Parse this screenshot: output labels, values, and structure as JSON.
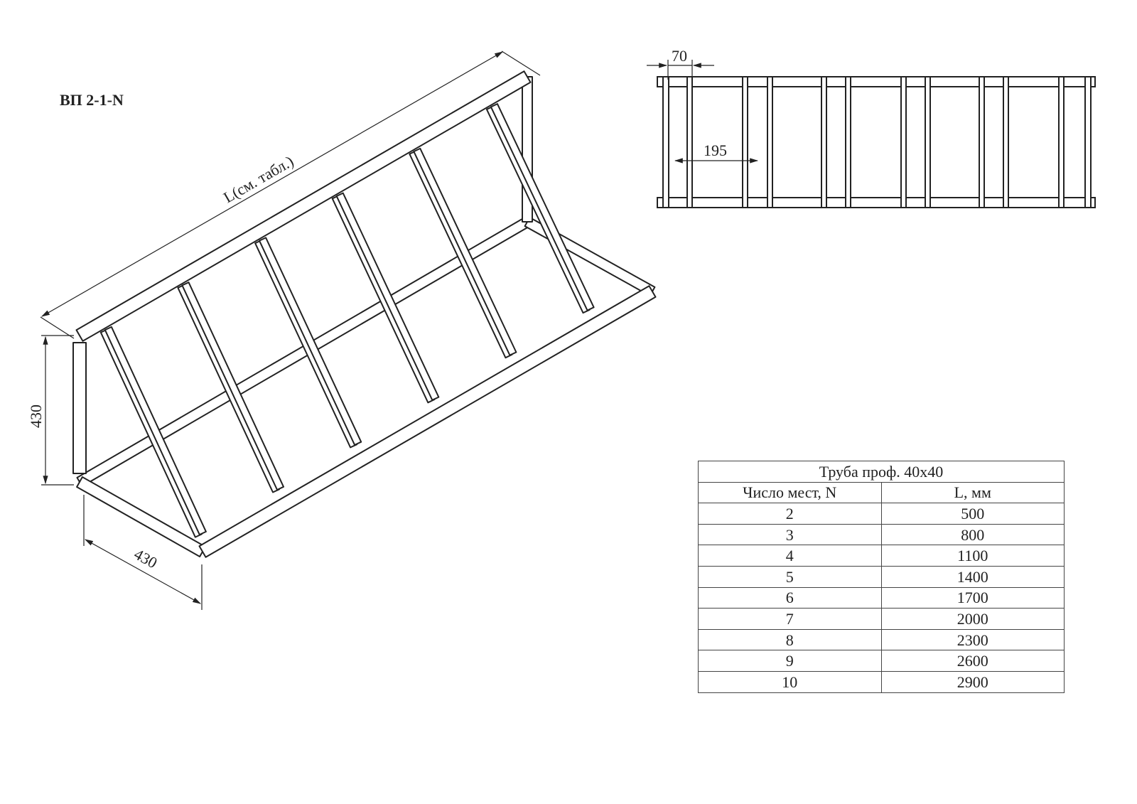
{
  "title": "ВП 2-1-N",
  "iso_view": {
    "length_label": "L(см. табл.)",
    "height_label": "430",
    "depth_label": "430"
  },
  "top_view": {
    "dim_bar_width": "70",
    "dim_spacing": "195"
  },
  "table": {
    "caption": "Труба проф. 40х40",
    "headers": [
      "Число мест, N",
      "L, мм"
    ],
    "rows": [
      [
        "2",
        "500"
      ],
      [
        "3",
        "800"
      ],
      [
        "4",
        "1100"
      ],
      [
        "5",
        "1400"
      ],
      [
        "6",
        "1700"
      ],
      [
        "7",
        "2000"
      ],
      [
        "8",
        "2300"
      ],
      [
        "9",
        "2600"
      ],
      [
        "10",
        "2900"
      ]
    ]
  }
}
